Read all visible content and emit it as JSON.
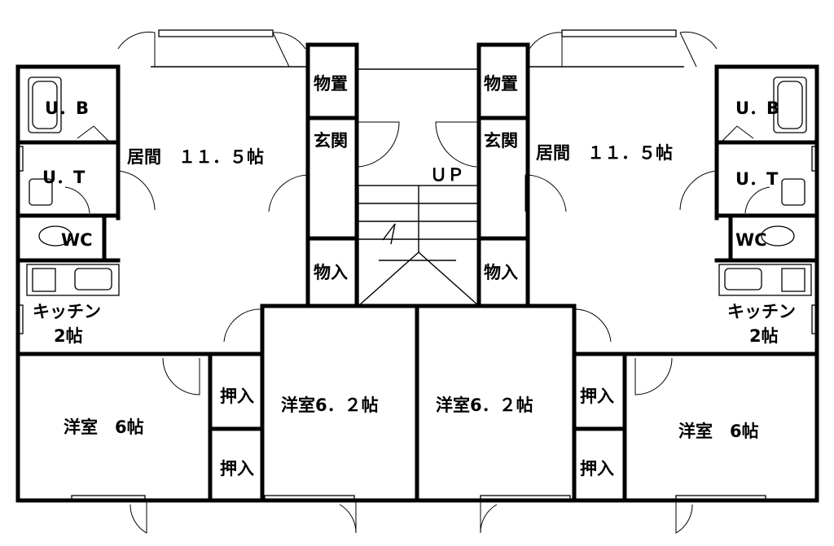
{
  "rooms": {
    "ub_left": "U．B",
    "ut_left": "U．T",
    "wc_left": "WC",
    "kitchen_left": "キッチン",
    "kitchen_left_size": "2帖",
    "living_left": "居間　１１．５帖",
    "storage_left": "物置",
    "entrance_left": "玄関",
    "closet_left": "物入",
    "western_left_outer": "洋室　6帖",
    "oshiire_left_upper": "押入",
    "oshiire_left_lower": "押入",
    "western_left_inner": "洋室6．２帖",
    "up": "ＵＰ",
    "storage_right": "物置",
    "entrance_right": "玄関",
    "closet_right": "物入",
    "living_right": "居間　１１．５帖",
    "ub_right": "U．B",
    "ut_right": "U．T",
    "wc_right": "WC",
    "kitchen_right": "キッチン",
    "kitchen_right_size": "2帖",
    "western_right_inner": "洋室6．２帖",
    "oshiire_right_upper": "押入",
    "oshiire_right_lower": "押入",
    "western_right_outer": "洋室　6帖"
  }
}
